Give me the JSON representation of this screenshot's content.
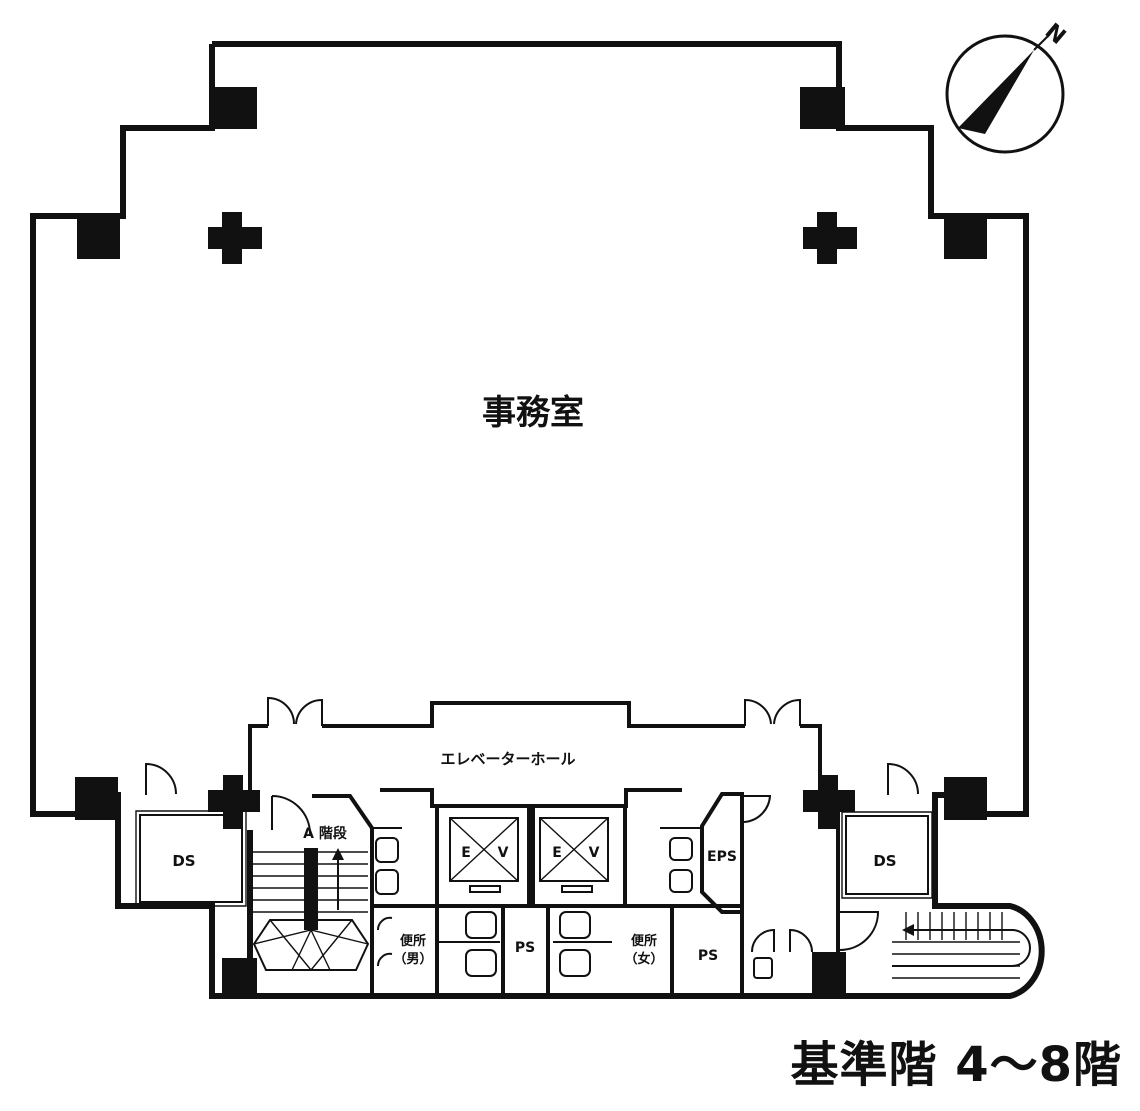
{
  "compass": {
    "north_label": "N"
  },
  "rooms": {
    "office": "事務室",
    "elevator_hall": "エレベーターホール",
    "stair_a": "A 階段",
    "ds_left": "DS",
    "ds_right": "DS",
    "ev1_e": "E",
    "ev1_v": "V",
    "ev2_e": "E",
    "ev2_v": "V",
    "eps": "EPS",
    "ps1": "PS",
    "ps2": "PS",
    "toilet_men_1": "便所",
    "toilet_men_2": "（男）",
    "toilet_women_1": "便所",
    "toilet_women_2": "（女）"
  },
  "caption": "基準階 4〜8階"
}
